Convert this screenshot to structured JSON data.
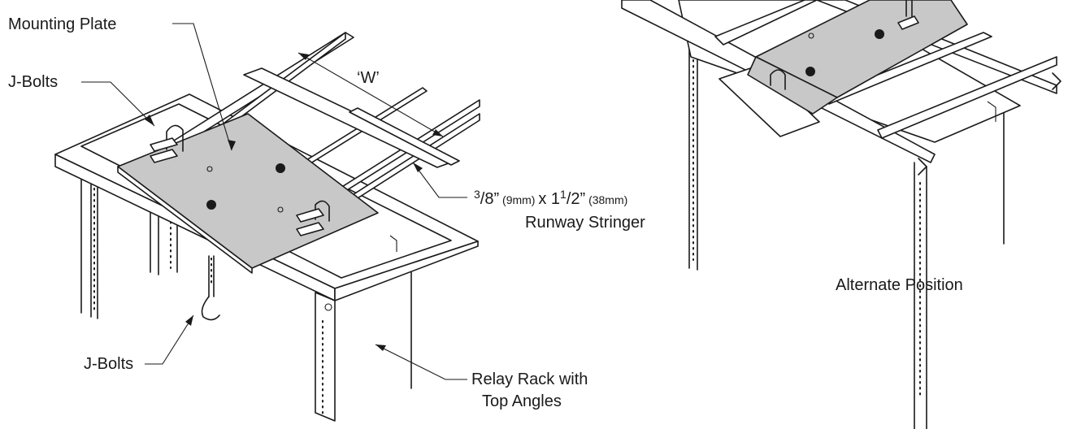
{
  "labels": {
    "mounting_plate": "Mounting Plate",
    "j_bolts_top": "J-Bolts",
    "w_dim": "‘W’",
    "stringer_dim_a": "3",
    "stringer_dim_b": "/8”",
    "stringer_dim_c": " (9mm) ",
    "stringer_dim_d": "x 1",
    "stringer_dim_e": "1",
    "stringer_dim_f": "/2”",
    "stringer_dim_g": " (38mm)",
    "runway_stringer": "Runway Stringer",
    "j_bolts_bottom": "J-Bolts",
    "relay_rack_line1": "Relay Rack with",
    "relay_rack_line2": "Top Angles",
    "alternate_position": "Alternate Position"
  },
  "colors": {
    "line": "#1a1a1a",
    "plate": "#c8c8c8",
    "background": "#ffffff"
  }
}
